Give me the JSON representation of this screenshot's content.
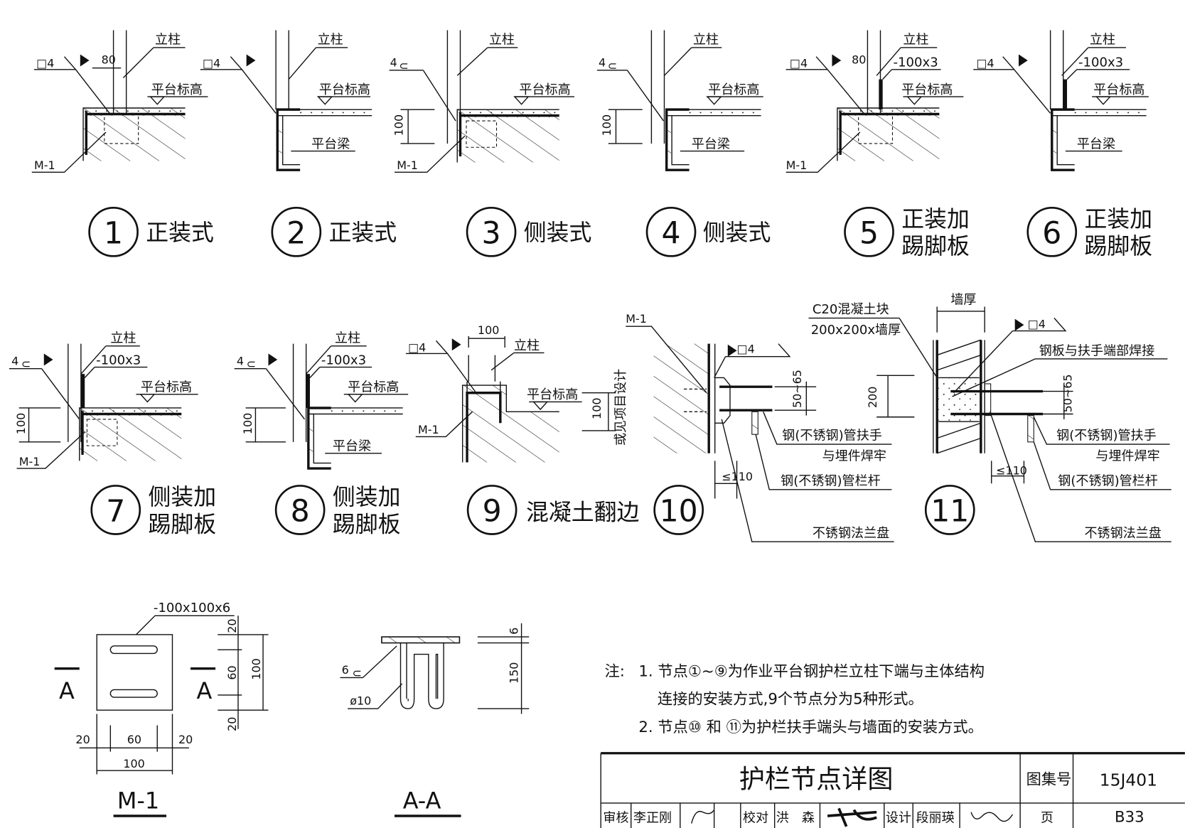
{
  "details": [
    {
      "num": "1",
      "label": [
        "正装式"
      ]
    },
    {
      "num": "2",
      "label": [
        "正装式"
      ]
    },
    {
      "num": "3",
      "label": [
        "侧装式"
      ]
    },
    {
      "num": "4",
      "label": [
        "侧装式"
      ]
    },
    {
      "num": "5",
      "label": [
        "正装加",
        "踢脚板"
      ]
    },
    {
      "num": "6",
      "label": [
        "正装加",
        "踢脚板"
      ]
    },
    {
      "num": "7",
      "label": [
        "侧装加",
        "踢脚板"
      ]
    },
    {
      "num": "8",
      "label": [
        "侧装加",
        "踢脚板"
      ]
    },
    {
      "num": "9",
      "label": [
        "混凝土翻边"
      ]
    },
    {
      "num": "10",
      "label": []
    },
    {
      "num": "11",
      "label": []
    }
  ],
  "annotations": {
    "post": "立柱",
    "platform_level": "平台标高",
    "platform_beam": "平台梁",
    "embed": "M-1",
    "weld_square": "□4",
    "weld_side": "4",
    "dim_80": "80",
    "dim_100": "100",
    "kick_plate": "-100x3",
    "or_see_project": "或见项目设计",
    "dim_50_65": "50~65",
    "dim_le110": "≤110",
    "dim_200": "200",
    "wall_thickness": "墙厚",
    "c20_block": "C20混凝土块",
    "c20_size": "200x200x墙厚",
    "plate_weld": "钢板与扶手端部焊接",
    "handrail": "钢(不锈钢)管扶手",
    "handrail_weld": "与埋件焊牢",
    "baluster": "钢(不锈钢)管栏杆",
    "flange": "不锈钢法兰盘"
  },
  "m1": {
    "title": "M-1",
    "plate": "-100x100x6",
    "section_mark": "A",
    "dims_v": [
      "20",
      "60",
      "20",
      "100"
    ],
    "dims_h": [
      "20",
      "60",
      "20",
      "100"
    ]
  },
  "aa": {
    "title": "A-A",
    "weld": "6",
    "bar": "ø10",
    "dim_6": "6",
    "dim_150": "150"
  },
  "notes": {
    "prefix": "注:",
    "lines": [
      "1. 节点①~⑨为作业平台钢护栏立柱下端与主体结构",
      "连接的安装方式,9个节点分为5种形式。",
      "2. 节点⑩ 和 ⑪为护栏扶手端头与墙面的安装方式。"
    ]
  },
  "title_block": {
    "title": "护栏节点详图",
    "atlas_label": "图集号",
    "atlas_no": "15J401",
    "review_label": "审核",
    "review_name": "李正刚",
    "check_label": "校对",
    "check_name": "洪　森",
    "design_label": "设计",
    "design_name": "段丽瑛",
    "page_label": "页",
    "page_no": "B33"
  }
}
